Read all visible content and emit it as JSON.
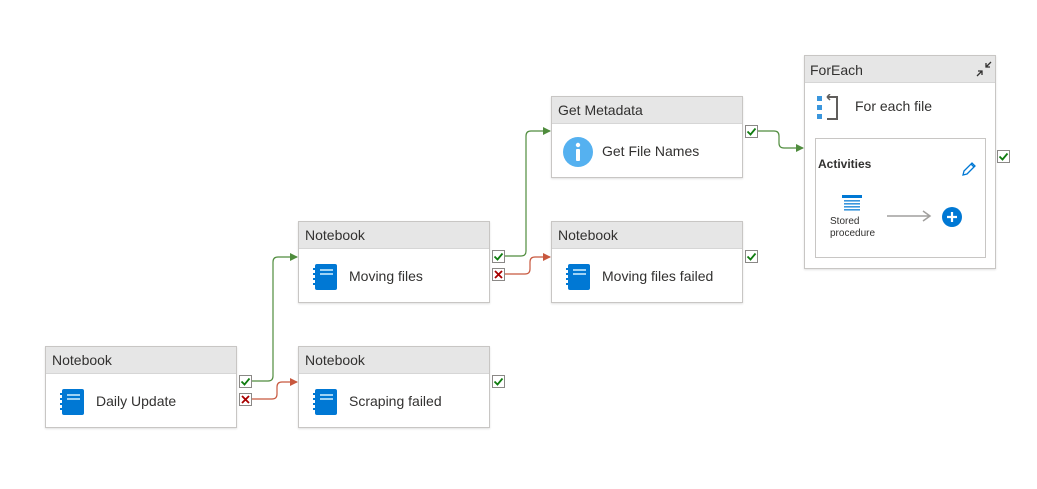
{
  "activities": {
    "daily_update": {
      "type": "Notebook",
      "name": "Daily Update"
    },
    "moving_files": {
      "type": "Notebook",
      "name": "Moving files"
    },
    "scraping_failed": {
      "type": "Notebook",
      "name": "Scraping failed"
    },
    "get_metadata": {
      "type": "Get Metadata",
      "name": "Get File Names"
    },
    "moving_files_failed": {
      "type": "Notebook",
      "name": "Moving files failed"
    }
  },
  "foreach": {
    "type": "ForEach",
    "name": "For each file",
    "activities_label": "Activities",
    "inner_activity": "Stored procedure"
  },
  "colors": {
    "success": "#4f8c3d",
    "failure": "#c8583e",
    "notebook_blue": "#0078d4",
    "header_bg": "#e6e6e6"
  },
  "icons": {
    "notebook": "notebook-icon",
    "info": "info-icon",
    "foreach": "foreach-icon",
    "edit": "pencil-icon",
    "add": "plus-icon",
    "stored_procedure": "stored-procedure-icon",
    "collapse": "collapse-icon"
  }
}
